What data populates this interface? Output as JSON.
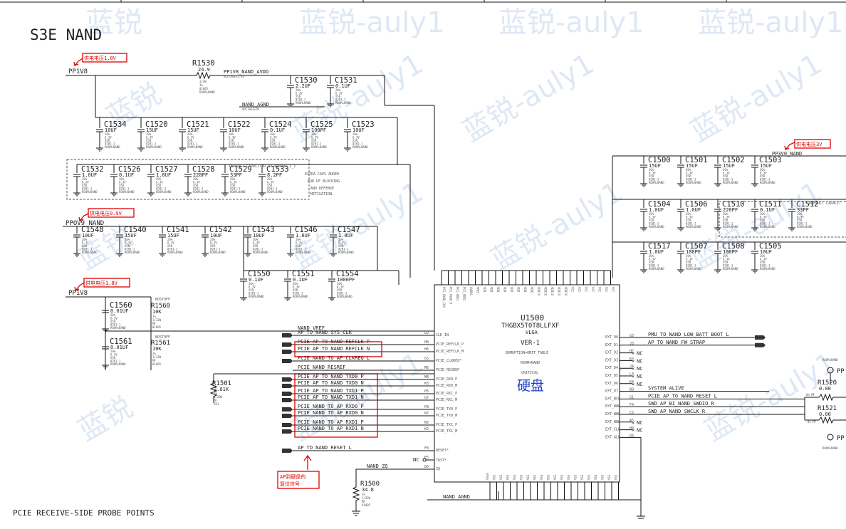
{
  "sheet": {
    "title": "S3E NAND",
    "footer": "PCIE RECEIVE-SIDE PROBE POINTS",
    "watermark_texts": [
      "蓝锐",
      "蓝锐-auly1"
    ]
  },
  "annotations": {
    "supply_1v8_a": "供电电压1.8V",
    "supply_0v9": "供电电压0.9V",
    "supply_1v8_b": "供电电压1.8V",
    "supply_3v": "供电电压3V",
    "reset_note_line1": "AP到硬盘的",
    "reset_note_line2": "复位信号",
    "chip_cn": "硬盘"
  },
  "nets": {
    "pp1v8": "PP1V8",
    "pp1v8_nand_avdd": "PP1V8_NAND_AVDD",
    "nand_agnd": "NAND_AGND",
    "ppov9_nand": "PPOV9_NAND",
    "pp3v0_nand": "PP3V0_NAND",
    "nand_vref": "NAND_VREF",
    "nand_zq": "NAND_ZQ",
    "pcie_nand_resref": "PCIE_NAND_RESREF",
    "pcie_nand_to_ap_clkreq": "PCIE_NAND_TO_AP_CLKREQ_L",
    "voltage_1v8": "VOLTAGE=1.8V",
    "voltage_0v": "VOLTAGE=0V"
  },
  "r1530": {
    "ref": "R1530",
    "val": "24.9"
  },
  "r1560": {
    "ref": "R1560",
    "val": "10K",
    "tag": "NOSTUFF"
  },
  "r1561": {
    "ref": "R1561",
    "val": "10K",
    "tag": "NOSTUFF"
  },
  "r1501": {
    "ref": "R1501",
    "val": "3.01K"
  },
  "r1500": {
    "ref": "R1500",
    "val": "34.8"
  },
  "r1520": {
    "ref": "R1520",
    "val": "0.00"
  },
  "r1521": {
    "ref": "R1521",
    "val": "0.00"
  },
  "pp_labels": [
    "PP",
    "PP"
  ],
  "caps_top": [
    {
      "ref": "C1530",
      "val": "2.2UF"
    },
    {
      "ref": "C1531",
      "val": "0.1UF"
    }
  ],
  "caps_row1": [
    {
      "ref": "C1534",
      "val": "10UF"
    },
    {
      "ref": "C1520",
      "val": "15UF"
    },
    {
      "ref": "C1521",
      "val": "15UF"
    },
    {
      "ref": "C1522",
      "val": "10UF"
    },
    {
      "ref": "C1524",
      "val": "0.1UF"
    },
    {
      "ref": "C1525",
      "val": "100PF"
    },
    {
      "ref": "C1523",
      "val": "10UF"
    }
  ],
  "caps_row2": [
    {
      "ref": "C1532",
      "val": "1.0UF"
    },
    {
      "ref": "C1526",
      "val": "0.1UF"
    },
    {
      "ref": "C1527",
      "val": "1.0UF"
    },
    {
      "ref": "C1528",
      "val": "220PF"
    },
    {
      "ref": "C1529",
      "val": "33PF"
    },
    {
      "ref": "C1533",
      "val": "8.2PF"
    }
  ],
  "default_cap_note": "DEFAULT CAPACITOR 33.0000pF_2_1",
  "extra_caps_note": [
    "EXTRA CAPS ADDED",
    "FOR UF BLOCKING",
    "AND DEFENSE",
    "MITIGATION."
  ],
  "caps_row3": [
    {
      "ref": "C1548",
      "val": "10UF"
    },
    {
      "ref": "C1540",
      "val": "15UF"
    },
    {
      "ref": "C1541",
      "val": "15UF"
    },
    {
      "ref": "C1542",
      "val": "10UF"
    },
    {
      "ref": "C1543",
      "val": "10UF"
    },
    {
      "ref": "C1546",
      "val": "1.0UF"
    },
    {
      "ref": "C1547",
      "val": "1.0UF"
    }
  ],
  "caps_row4": [
    {
      "ref": "C1550",
      "val": "0.1UF"
    },
    {
      "ref": "C1551",
      "val": "0.1UF"
    },
    {
      "ref": "C1554",
      "val": "1000PF"
    }
  ],
  "caps_left": [
    {
      "ref": "C1560",
      "val": "0.01UF"
    },
    {
      "ref": "C1561",
      "val": "0.01UF"
    }
  ],
  "caps_right1": [
    {
      "ref": "C1500",
      "val": "15UF"
    },
    {
      "ref": "C1501",
      "val": "15UF"
    },
    {
      "ref": "C1502",
      "val": "15UF"
    },
    {
      "ref": "C1503",
      "val": "15UF"
    }
  ],
  "caps_right2": [
    {
      "ref": "C1504",
      "val": "1.0UF"
    },
    {
      "ref": "C1506",
      "val": "1.0UF"
    },
    {
      "ref": "C1510",
      "val": "220PF"
    },
    {
      "ref": "C1511",
      "val": "0.1UF"
    },
    {
      "ref": "C1512",
      "val": "33PF"
    }
  ],
  "caps_right3": [
    {
      "ref": "C1517",
      "val": "1.0UF"
    },
    {
      "ref": "C1507",
      "val": "100PF"
    },
    {
      "ref": "C1508",
      "val": "100PF"
    },
    {
      "ref": "C1505",
      "val": "10UF"
    }
  ],
  "right_default_note": "DEFAULT CAPACIT",
  "chip": {
    "ref": "U1500",
    "part": "THGBX5T0T8LLFXF",
    "pkg": "VLGA",
    "ver": "VER-1",
    "bom": "BOMOPTION=OMIT_TABLE",
    "room": "ROOM=NAND",
    "critical": "CRITICAL"
  },
  "left_signals": [
    {
      "net": "AP_TO_NAND_SYS_CLK",
      "pin": "D2",
      "name": "CLK_IN"
    },
    {
      "net": "PCIE_AP_TO_NAND_REFCLK_P",
      "pin": "H8",
      "name": "PCIE_REFCLK_P"
    },
    {
      "net": "PCIE_AP_TO_NAND_REFCLK_N",
      "pin": "H6",
      "name": "PCIE_REFCLK_M"
    },
    {
      "net": "PCIE_NAND_TO_AP_CLKREQ_L",
      "pin": "G5",
      "name": "PCIE_CLKREQ*"
    },
    {
      "net": "PCIE_NAND_RESREF",
      "pin": "M6",
      "name": "PCIE_RESREF"
    },
    {
      "net": "PCIE_AP_TO_NAND_TXD0_P",
      "pin": "M8",
      "name": "PCIE_RX0_P"
    },
    {
      "net": "PCIE_AP_TO_NAND_TXD0_N",
      "pin": "K8",
      "name": "PCIE_RX0_M"
    },
    {
      "net": "PCIE_AP_TO_NAND_TXD1_P",
      "pin": "H5",
      "name": "PCIE_RX1_P"
    },
    {
      "net": "PCIE_AP_TO_NAND_TXD1_N",
      "pin": "G7",
      "name": "PCIE_RX1_M"
    },
    {
      "net": "PCIE_NAND_TO_AP_RXD0_P",
      "pin": "P8",
      "name": "PCIE_TX0_P"
    },
    {
      "net": "PCIE_NAND_TO_AP_RXD0_N",
      "pin": "N7",
      "name": "PCIE_TX0_M"
    },
    {
      "net": "PCIE_NAND_TO_AP_RXD1_P",
      "pin": "M2",
      "name": "PCIE_TX1_P"
    },
    {
      "net": "PCIE_NAND_TO_AP_RXD1_N",
      "pin": "K2",
      "name": "PCIE_TX1_M"
    }
  ],
  "reset": {
    "net": "AP_TO_NAND_RESET_L",
    "pin": "F8",
    "name": "RESET*",
    "trst_pin": "E5",
    "trst": "TRST*",
    "zq_pin": "D6",
    "zq": "ZQ",
    "nc": "NC"
  },
  "right_signals": [
    {
      "pin": "EXT_D0",
      "num": "G3",
      "net": "PMU_TO_NAND_LOW_BATT_BOOT_L"
    },
    {
      "pin": "EXT_D1",
      "num": "J3",
      "net": "AP_TO_NAND_FW_STRAP"
    },
    {
      "pin": "EXT_D2",
      "num": "H2",
      "net": "NC"
    },
    {
      "pin": "EXT_D3",
      "num": "K3",
      "net": "NC"
    },
    {
      "pin": "EXT_D4",
      "num": "J4",
      "net": "NC"
    },
    {
      "pin": "EXT_D5",
      "num": "L3",
      "net": "NC"
    },
    {
      "pin": "EXT_D6",
      "num": "K4",
      "net": "NC"
    },
    {
      "pin": "EXT_D7",
      "num": "B8",
      "net": "SYSTEM_ALIVE"
    },
    {
      "pin": "EXT_WCE",
      "num": "G1",
      "net": "PCIE_AP_TO_NAND_RESET_L"
    },
    {
      "pin": "EXT_WWE",
      "num": "F4",
      "net": "SWD_AP_BI_NAND_SWDIO_R"
    },
    {
      "pin": "EXT_WWE",
      "num": "C5",
      "net": "SWD_AP_NAND_SWCLK_R"
    },
    {
      "pin": "EXT_WWB",
      "num": "A5",
      "net": "NC"
    },
    {
      "pin": "EXT_CLE",
      "num": "H4",
      "net": "NC"
    },
    {
      "pin": "EXT_ALE",
      "num": "D4",
      "net": ""
    }
  ],
  "top_pins": [
    "PCI_AVDD_CLK",
    "PCI_AVDD_H",
    "PCI_VDD1",
    "PCI_VDD2",
    "AVDD1",
    "VREF",
    "VDD",
    "VDD",
    "VDD",
    "VDD",
    "VDD",
    "VDD",
    "VDD",
    "VDDI",
    "VDDIO",
    "VDDIO",
    "VDDIO",
    "VDDIO",
    "VDDIO",
    "VCC",
    "VCC",
    "VCC",
    "VCC",
    "VCC",
    "VCC",
    "VCC"
  ],
  "bottom_pins": [
    "VSSA",
    "VSS",
    "VSS",
    "VSS",
    "VSS",
    "VSS",
    "VSS",
    "VSS",
    "VSS",
    "VSS",
    "VSS",
    "VSS",
    "VSS",
    "VSS",
    "VSS",
    "VSS",
    "VSS",
    "VSS",
    "VSS",
    "VSS"
  ]
}
